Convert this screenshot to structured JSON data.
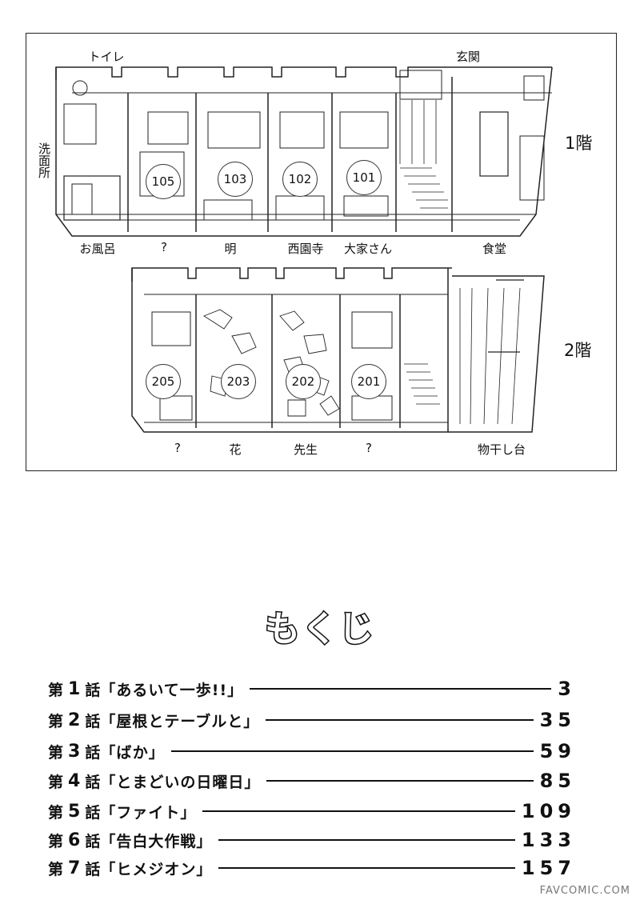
{
  "floor_plan": {
    "floor1_label": "1階",
    "floor2_label": "2階",
    "rooms_floor1": [
      "105",
      "103",
      "102",
      "101"
    ],
    "rooms_floor2": [
      "205",
      "203",
      "202",
      "201"
    ],
    "labels_floor1": {
      "toilet": "トイレ",
      "entrance": "玄関",
      "washroom": "洗面所",
      "bath": "お風呂",
      "r105": "?",
      "r103": "明",
      "r102": "西園寺",
      "r101": "大家さん",
      "dining": "食堂"
    },
    "labels_floor2": {
      "r205": "?",
      "r203": "花",
      "r202": "先生",
      "r201": "?",
      "drying": "物干し台"
    }
  },
  "toc": {
    "title": "もくじ",
    "chapters": [
      {
        "prefix": "第",
        "num": "1",
        "suffix": "話",
        "title": "「あるいて一歩!!」",
        "page": "3"
      },
      {
        "prefix": "第",
        "num": "2",
        "suffix": "話",
        "title": "「屋根とテーブルと」",
        "page": "35"
      },
      {
        "prefix": "第",
        "num": "3",
        "suffix": "話",
        "title": "「ばか」",
        "page": "59"
      },
      {
        "prefix": "第",
        "num": "4",
        "suffix": "話",
        "title": "「とまどいの日曜日」",
        "page": "85"
      },
      {
        "prefix": "第",
        "num": "5",
        "suffix": "話",
        "title": "「ファイト」",
        "page": "109"
      },
      {
        "prefix": "第",
        "num": "6",
        "suffix": "話",
        "title": "「告白大作戦」",
        "page": "133"
      },
      {
        "prefix": "第",
        "num": "7",
        "suffix": "話",
        "title": "「ヒメジオン」",
        "page": "157"
      }
    ]
  },
  "watermark": "FAVCOMIC.COM"
}
